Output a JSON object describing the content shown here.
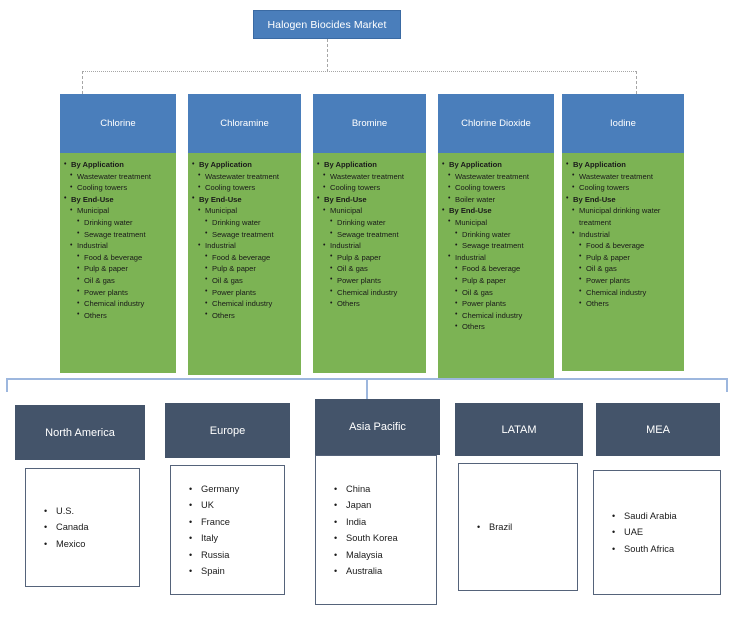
{
  "diagram": {
    "title": "Halogen Biocides Market",
    "colors": {
      "title_blue": "#4A7EBB",
      "column_green": "#7CB354",
      "region_navy": "#44546A",
      "bracket_blue": "#9DB7DE",
      "connector_gray": "#A6A6A6"
    }
  },
  "segments": [
    {
      "name": "Chlorine",
      "items": [
        {
          "level": 1,
          "label": "By Application"
        },
        {
          "level": 2,
          "label": "Wastewater treatment"
        },
        {
          "level": 2,
          "label": "Cooling towers"
        },
        {
          "level": 1,
          "label": "By End-Use"
        },
        {
          "level": 2,
          "label": "Municipal"
        },
        {
          "level": 3,
          "label": "Drinking water"
        },
        {
          "level": 3,
          "label": "Sewage treatment"
        },
        {
          "level": 2,
          "label": "Industrial"
        },
        {
          "level": 3,
          "label": "Food & beverage"
        },
        {
          "level": 3,
          "label": "Pulp & paper"
        },
        {
          "level": 3,
          "label": "Oil & gas"
        },
        {
          "level": 3,
          "label": "Power plants"
        },
        {
          "level": 3,
          "label": "Chemical industry"
        },
        {
          "level": 3,
          "label": "Others"
        }
      ]
    },
    {
      "name": "Chloramine",
      "items": [
        {
          "level": 1,
          "label": "By Application"
        },
        {
          "level": 2,
          "label": "Wastewater treatment"
        },
        {
          "level": 2,
          "label": "Cooling towers"
        },
        {
          "level": 1,
          "label": "By End-Use"
        },
        {
          "level": 2,
          "label": "Municipal"
        },
        {
          "level": 3,
          "label": "Drinking water"
        },
        {
          "level": 3,
          "label": "Sewage treatment"
        },
        {
          "level": 2,
          "label": "Industrial"
        },
        {
          "level": 3,
          "label": "Food & beverage"
        },
        {
          "level": 3,
          "label": "Pulp & paper"
        },
        {
          "level": 3,
          "label": "Oil & gas"
        },
        {
          "level": 3,
          "label": "Power plants"
        },
        {
          "level": 3,
          "label": "Chemical industry"
        },
        {
          "level": 3,
          "label": "Others"
        }
      ]
    },
    {
      "name": "Bromine",
      "items": [
        {
          "level": 1,
          "label": "By Application"
        },
        {
          "level": 2,
          "label": "Wastewater treatment"
        },
        {
          "level": 2,
          "label": "Cooling towers"
        },
        {
          "level": 1,
          "label": "By End-Use"
        },
        {
          "level": 2,
          "label": "Municipal"
        },
        {
          "level": 3,
          "label": "Drinking water"
        },
        {
          "level": 3,
          "label": "Sewage treatment"
        },
        {
          "level": 2,
          "label": "Industrial"
        },
        {
          "level": 3,
          "label": "Pulp & paper"
        },
        {
          "level": 3,
          "label": "Oil & gas"
        },
        {
          "level": 3,
          "label": "Power plants"
        },
        {
          "level": 3,
          "label": "Chemical industry"
        },
        {
          "level": 3,
          "label": "Others"
        }
      ]
    },
    {
      "name": "Chlorine Dioxide",
      "items": [
        {
          "level": 1,
          "label": "By Application"
        },
        {
          "level": 2,
          "label": "Wastewater treatment"
        },
        {
          "level": 2,
          "label": "Cooling towers"
        },
        {
          "level": 2,
          "label": "Boiler water"
        },
        {
          "level": 1,
          "label": "By End-Use"
        },
        {
          "level": 2,
          "label": "Municipal"
        },
        {
          "level": 3,
          "label": "Drinking water"
        },
        {
          "level": 3,
          "label": "Sewage treatment"
        },
        {
          "level": 2,
          "label": "Industrial"
        },
        {
          "level": 3,
          "label": "Food & beverage"
        },
        {
          "level": 3,
          "label": "Pulp & paper"
        },
        {
          "level": 3,
          "label": "Oil & gas"
        },
        {
          "level": 3,
          "label": "Power plants"
        },
        {
          "level": 3,
          "label": "Chemical industry"
        },
        {
          "level": 3,
          "label": "Others"
        }
      ]
    },
    {
      "name": "Iodine",
      "items": [
        {
          "level": 1,
          "label": "By Application"
        },
        {
          "level": 2,
          "label": "Wastewater treatment"
        },
        {
          "level": 2,
          "label": "Cooling towers"
        },
        {
          "level": 1,
          "label": "By End-Use"
        },
        {
          "level": 2,
          "label": "Municipal drinking water treatment"
        },
        {
          "level": 2,
          "label": "Industrial"
        },
        {
          "level": 3,
          "label": "Food & beverage"
        },
        {
          "level": 3,
          "label": "Pulp & paper"
        },
        {
          "level": 3,
          "label": "Oil & gas"
        },
        {
          "level": 3,
          "label": "Power plants"
        },
        {
          "level": 3,
          "label": "Chemical industry"
        },
        {
          "level": 3,
          "label": "Others"
        }
      ]
    }
  ],
  "regions": [
    {
      "name": "North America",
      "countries": [
        "U.S.",
        "Canada",
        "Mexico"
      ]
    },
    {
      "name": "Europe",
      "countries": [
        "Germany",
        "UK",
        "France",
        "Italy",
        "Russia",
        "Spain"
      ]
    },
    {
      "name": "Asia Pacific",
      "countries": [
        "China",
        "Japan",
        "India",
        "South Korea",
        "Malaysia",
        "Australia"
      ]
    },
    {
      "name": "LATAM",
      "countries": [
        "Brazil"
      ]
    },
    {
      "name": "MEA",
      "countries": [
        "Saudi Arabia",
        "UAE",
        "South Africa"
      ]
    }
  ]
}
